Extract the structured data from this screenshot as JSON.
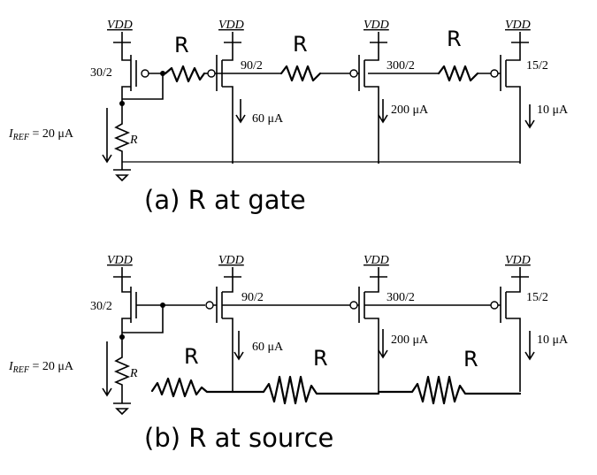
{
  "vdd_label": "VDD",
  "resistor_label": "R",
  "circuit_a": {
    "caption": "(a) R at gate",
    "iref": "I",
    "iref_sub": "REF",
    "iref_value": " = 20 μA",
    "ref_resistor": "R",
    "sizes": [
      "30/2",
      "90/2",
      "300/2",
      "15/2"
    ],
    "currents": [
      "60 μA",
      "200 μA",
      "10 μA"
    ]
  },
  "circuit_b": {
    "caption": "(b) R at source",
    "iref": "I",
    "iref_sub": "REF",
    "iref_value": " = 20 μA",
    "ref_resistor": "R",
    "sizes": [
      "30/2",
      "90/2",
      "300/2",
      "15/2"
    ],
    "currents": [
      "60 μA",
      "200 μA",
      "10 μA"
    ]
  }
}
